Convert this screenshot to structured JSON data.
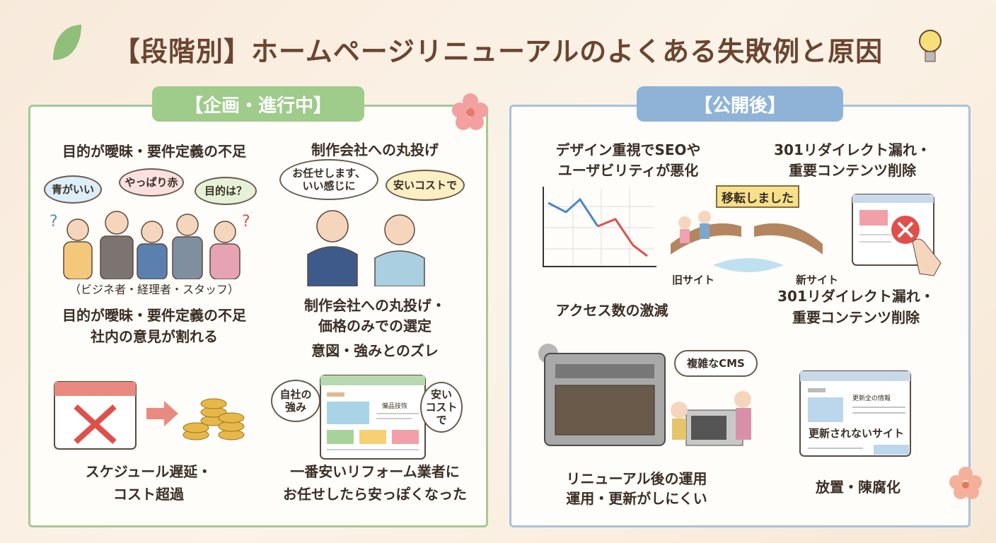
{
  "title": "【段階別】ホームページリニューアルのよくある失敗例と原因",
  "left": {
    "header": "【企画・進行中】",
    "c1": {
      "heading": "目的が曖昧・要件定義の不足",
      "bubbles": [
        "青がいい",
        "やっぱり赤",
        "目的は？"
      ],
      "caption": "（ビジネ者・経理者・スタッフ）",
      "desc": [
        "目的が曖昧・要件定義の不足",
        "社内の意見が割れる"
      ]
    },
    "c2": {
      "heading": "制作会社への丸投げ",
      "bubbles": [
        "お任せします、\nいい感じに",
        "安いコストで"
      ],
      "desc": [
        "制作会社への丸投げ・",
        "価格のみでの選定",
        "意図・強みとのズレ"
      ]
    },
    "c3": {
      "desc": [
        "スケジュール遅延・",
        "コスト超過"
      ]
    },
    "c4": {
      "bubbles": [
        "自社の\n強み",
        "安い\nコスト\nで"
      ],
      "mock_text": "偏品技恢",
      "desc": [
        "一番安いリフォーム業者に",
        "お任せしたら安っぽくなった"
      ]
    }
  },
  "right": {
    "header": "【公開後】",
    "c1": {
      "heading": [
        "デザイン重視でSEOや",
        "ユーザビリティが悪化"
      ],
      "desc": "アクセス数の激減"
    },
    "bridge": {
      "sign": "移転しました",
      "old": "旧サイト",
      "new": "新サイト"
    },
    "c2": {
      "heading": [
        "301リダイレクト漏れ・",
        "重要コンテンツ削除"
      ],
      "desc": [
        "301リダイレクト漏れ・",
        "重要コンテンツ削除"
      ]
    },
    "c3": {
      "bubble": "複雑なCMS",
      "desc": [
        "リニューアル後の運用",
        "運用・更新がしにくい"
      ]
    },
    "c4": {
      "mock_heading": "更新全の情報",
      "mock_big": "更新されないサイト",
      "desc": "放置・陳腐化"
    }
  },
  "colors": {
    "title": "#6b4530",
    "green": "#a5c993",
    "blue": "#a9c2dc",
    "red": "#e0504a"
  }
}
